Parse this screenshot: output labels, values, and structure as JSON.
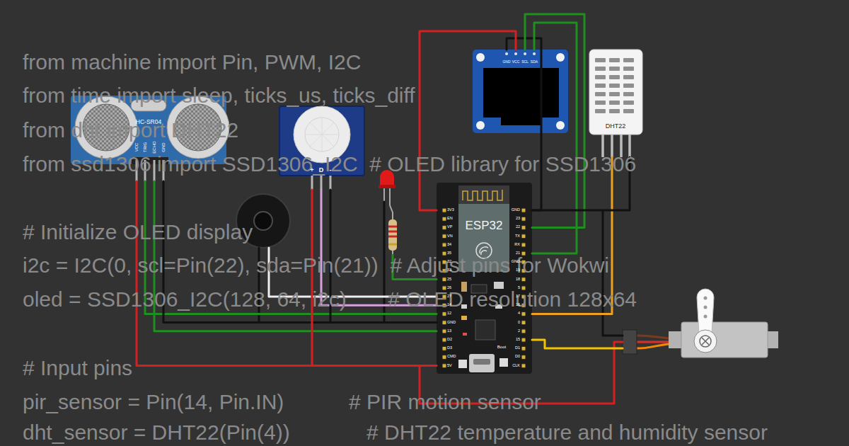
{
  "diagram": {
    "nodes": [
      {
        "text": [
          "HC-SR04",
          "VCC",
          "TRIG",
          "ECHO",
          "GND"
        ]
      },
      {
        "text": [
          "+",
          "D",
          "-"
        ]
      },
      {
        "text": [
          "GND",
          "VCC",
          "SCL",
          "SDA"
        ]
      },
      {
        "text": [
          "DHT22"
        ]
      },
      {
        "text": [
          "ESP32",
          "3V3",
          "EN",
          "VP",
          "VN",
          "34",
          "35",
          "32",
          "33",
          "25",
          "26",
          "27",
          "14",
          "12",
          "GND",
          "13",
          "D2",
          "D3",
          "CMD",
          "5V",
          "GND",
          "23",
          "22",
          "TX",
          "RX",
          "21",
          "GND",
          "19",
          "18",
          "5",
          "17",
          "16",
          "4",
          "0",
          "2",
          "15",
          "D1",
          "D0",
          "CLK",
          "Boot"
        ]
      }
    ],
    "edges": [
      {
        "from": 0,
        "to": 4,
        "arrow": "none"
      },
      {
        "from": 0,
        "to": 4,
        "arrow": "none"
      },
      {
        "from": 0,
        "to": 4,
        "arrow": "none"
      },
      {
        "from": 0,
        "to": 4,
        "arrow": "none"
      },
      {
        "from": 1,
        "to": 4,
        "arrow": "none"
      },
      {
        "from": 1,
        "to": 4,
        "arrow": "none"
      },
      {
        "from": 1,
        "to": 4,
        "arrow": "none"
      },
      {
        "from": 2,
        "to": 4,
        "arrow": "none"
      },
      {
        "from": 2,
        "to": 4,
        "arrow": "none"
      },
      {
        "from": 2,
        "to": 4,
        "arrow": "none"
      },
      {
        "from": 2,
        "to": 4,
        "arrow": "none"
      },
      {
        "from": 3,
        "to": 4,
        "arrow": "none"
      },
      {
        "from": 3,
        "to": 4,
        "arrow": "none"
      }
    ],
    "labels": [
      "from machine import Pin, PWM, I2C",
      "from time import sleep, ticks_us, ticks_diff",
      "from dht import DHT22",
      "from ssd1306 import SSD1306_I2C  # OLED library for SSD1306",
      "# Initialize OLED display",
      "i2c = I2C(0, scl=Pin(22), sda=Pin(21))  # Adjust pins for Wokwi",
      "oled = SSD1306_I2C(128, 64, i2c)       # OLED resolution 128x64",
      "# Input pins",
      "pir_sensor = Pin(14, Pin.IN)           # PIR motion sensor",
      "dht_sensor = DHT22(Pin(4))             # DHT22 temperature and humidity sensor"
    ]
  }
}
